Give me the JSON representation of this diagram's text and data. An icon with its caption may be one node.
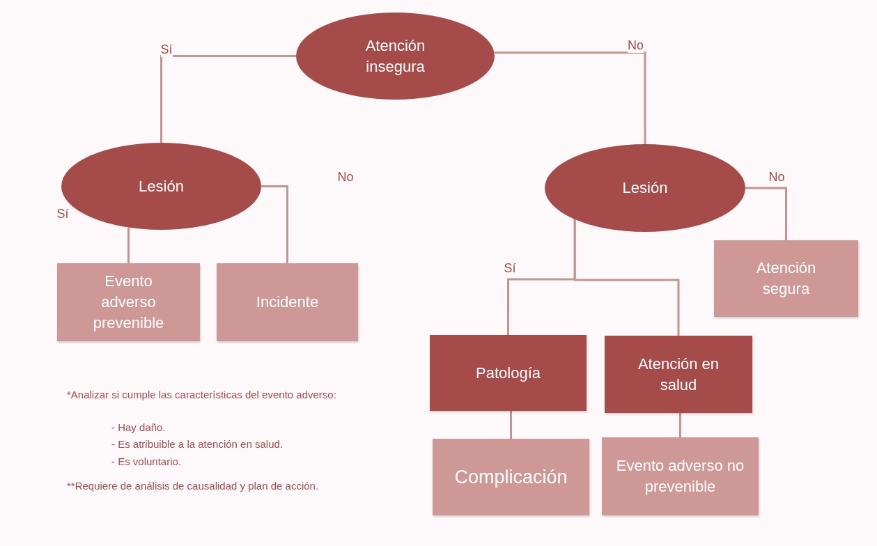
{
  "diagram": {
    "nodes": [
      {
        "text": [
          "Atención insegura"
        ]
      },
      {
        "text": [
          "Lesión"
        ]
      },
      {
        "text": [
          "Lesión"
        ]
      },
      {
        "text": [
          "Evento adverso prevenible"
        ]
      },
      {
        "text": [
          "Incidente"
        ]
      },
      {
        "text": [
          "Atención segura"
        ]
      },
      {
        "text": [
          "Patología"
        ]
      },
      {
        "text": [
          "Atención en salud"
        ]
      },
      {
        "text": [
          "Complicación"
        ]
      },
      {
        "text": [
          "Evento adverso no prevenible"
        ]
      }
    ],
    "edges": [
      {
        "from": 0,
        "to": 1,
        "arrow": "none",
        "label": "Sí"
      },
      {
        "from": 0,
        "to": 2,
        "arrow": "none",
        "label": "No"
      },
      {
        "from": 1,
        "to": 3,
        "arrow": "none",
        "label": "Sí"
      },
      {
        "from": 1,
        "to": 4,
        "arrow": "none",
        "label": "No"
      },
      {
        "from": 2,
        "to": 5,
        "arrow": "none",
        "label": "No"
      },
      {
        "from": 2,
        "to": 6,
        "arrow": "none",
        "label": "Sí"
      },
      {
        "from": 2,
        "to": 7,
        "arrow": "none"
      },
      {
        "from": 6,
        "to": 8,
        "arrow": "none"
      },
      {
        "from": 7,
        "to": 9,
        "arrow": "none"
      }
    ],
    "labels": [
      "*Analizar si cumple las características del evento adverso:",
      "- Hay daño.",
      "- Es atribuible a la atención en salud.",
      "- Es voluntario.",
      "**Requiere de análisis de causalidad y plan de acción."
    ]
  }
}
